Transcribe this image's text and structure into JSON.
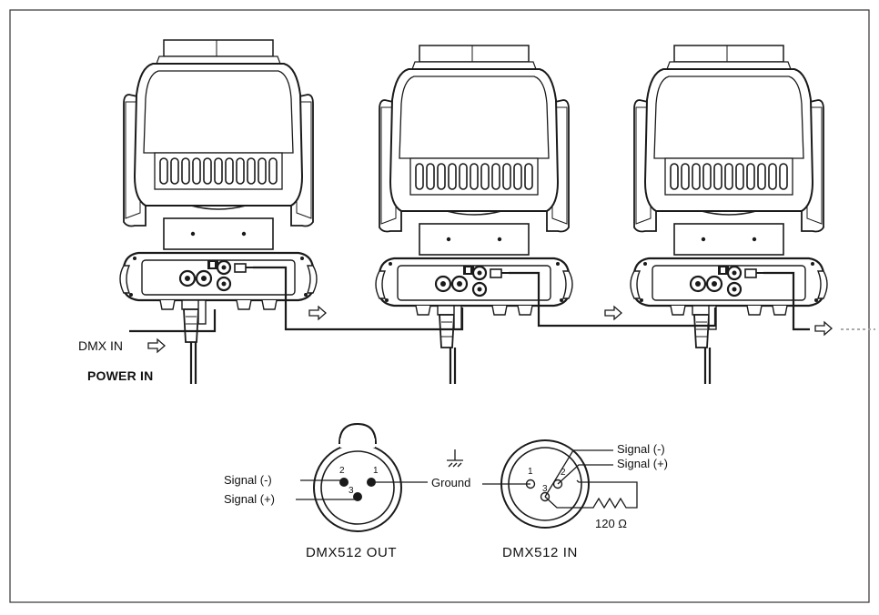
{
  "labels": {
    "dmx_in": "DMX IN",
    "power_in": "POWER IN",
    "signal_minus": "Signal (-)",
    "signal_plus": "Signal (+)",
    "ground": "Ground",
    "resistor": "120 Ω",
    "out_caption": "DMX512 OUT",
    "in_caption": "DMX512 IN"
  },
  "pins": {
    "out": [
      "2",
      "1",
      "3"
    ],
    "in": [
      "1",
      "2",
      "3"
    ]
  },
  "colors": {
    "line": "#1a1a1a",
    "dashed": "#aaaaaa"
  }
}
